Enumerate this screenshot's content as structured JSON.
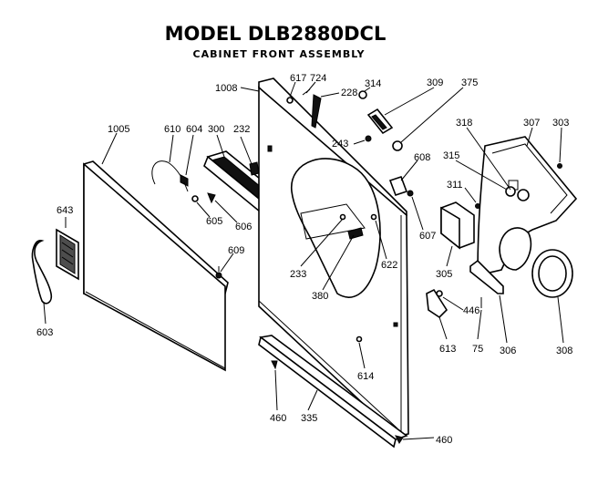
{
  "title": "MODEL DLB2880DCL",
  "subtitle": "CABINET FRONT ASSEMBLY",
  "parts": {
    "p1005": "1005",
    "p643": "643",
    "p603": "603",
    "p610": "610",
    "p604": "604",
    "p300": "300",
    "p232": "232",
    "p605": "605",
    "p606": "606",
    "p609": "609",
    "p1008": "1008",
    "p617": "617",
    "p724": "724",
    "p228": "228",
    "p314": "314",
    "p309": "309",
    "p375": "375",
    "p243": "243",
    "p608": "608",
    "p233": "233",
    "p380": "380",
    "p622": "622",
    "p607": "607",
    "p614": "614",
    "p460a": "460",
    "p335": "335",
    "p460b": "460",
    "p318": "318",
    "p307": "307",
    "p303": "303",
    "p315": "315",
    "p311": "311",
    "p305": "305",
    "p446": "446",
    "p613": "613",
    "p75": "75",
    "p306": "306",
    "p308": "308"
  }
}
